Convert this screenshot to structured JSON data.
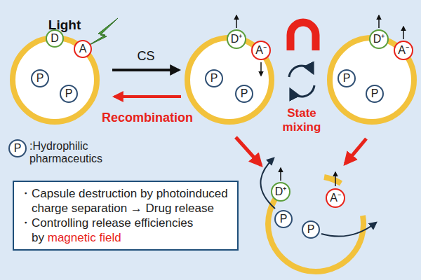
{
  "diagram": {
    "nodes": [
      {
        "text": [
          "D"
        ]
      },
      {
        "text": [
          "A"
        ]
      },
      {
        "text": [
          "P"
        ]
      },
      {
        "text": [
          "P"
        ]
      },
      {
        "text": [
          "D⁺"
        ]
      },
      {
        "text": [
          "A⁻"
        ]
      },
      {
        "text": [
          "P"
        ]
      },
      {
        "text": [
          "P"
        ]
      },
      {
        "text": [
          "D⁺"
        ]
      },
      {
        "text": [
          "A⁻"
        ]
      },
      {
        "text": [
          "P"
        ]
      },
      {
        "text": [
          "P"
        ]
      },
      {
        "text": [
          "P"
        ]
      },
      {
        "text": [
          "・Capsule destruction by photoinduced charge separation → Drug release",
          "・Controlling release efficiencies by",
          "magnetic field"
        ]
      },
      {
        "text": [
          "D⁺"
        ]
      },
      {
        "text": [
          "A⁻"
        ]
      },
      {
        "text": [
          "P"
        ]
      },
      {
        "text": [
          "P"
        ]
      }
    ],
    "labels": [
      "Light",
      "CS",
      "Recombination",
      "State mixing",
      ":Hydrophilic pharmaceutics"
    ]
  }
}
